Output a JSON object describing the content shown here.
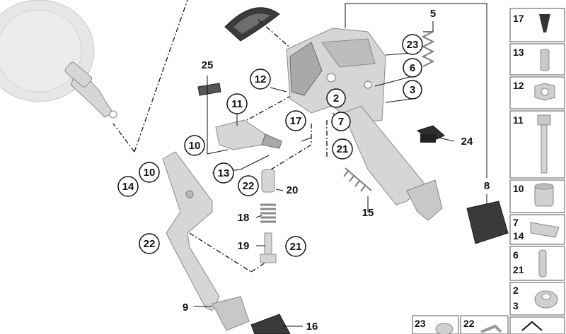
{
  "diagram": {
    "callouts": [
      {
        "id": "c2",
        "text": "2",
        "circled": true
      },
      {
        "id": "c3",
        "text": "3",
        "circled": true
      },
      {
        "id": "c5",
        "text": "5",
        "circled": false
      },
      {
        "id": "c6",
        "text": "6",
        "circled": true
      },
      {
        "id": "c7",
        "text": "7",
        "circled": true
      },
      {
        "id": "c8",
        "text": "8",
        "circled": false
      },
      {
        "id": "c9",
        "text": "9",
        "circled": false
      },
      {
        "id": "c10a",
        "text": "10",
        "circled": true
      },
      {
        "id": "c10b",
        "text": "10",
        "circled": true
      },
      {
        "id": "c11",
        "text": "11",
        "circled": true
      },
      {
        "id": "c12",
        "text": "12",
        "circled": true
      },
      {
        "id": "c13",
        "text": "13",
        "circled": true
      },
      {
        "id": "c14",
        "text": "14",
        "circled": true
      },
      {
        "id": "c15",
        "text": "15",
        "circled": false
      },
      {
        "id": "c16",
        "text": "16",
        "circled": false
      },
      {
        "id": "c17",
        "text": "17",
        "circled": true
      },
      {
        "id": "c18",
        "text": "18",
        "circled": false
      },
      {
        "id": "c19",
        "text": "19",
        "circled": false
      },
      {
        "id": "c20",
        "text": "20",
        "circled": false
      },
      {
        "id": "c21a",
        "text": "21",
        "circled": true
      },
      {
        "id": "c21b",
        "text": "21",
        "circled": true
      },
      {
        "id": "c22a",
        "text": "22",
        "circled": true
      },
      {
        "id": "c22b",
        "text": "22",
        "circled": true
      },
      {
        "id": "c23",
        "text": "23",
        "circled": true
      },
      {
        "id": "c24",
        "text": "24",
        "circled": false
      },
      {
        "id": "c25",
        "text": "25",
        "circled": false
      }
    ],
    "legend": [
      {
        "labels": [
          "17"
        ]
      },
      {
        "labels": [
          "13"
        ]
      },
      {
        "labels": [
          "12"
        ]
      },
      {
        "labels": [
          "11"
        ]
      },
      {
        "labels": [
          "10"
        ]
      },
      {
        "labels": [
          "7",
          "14"
        ]
      },
      {
        "labels": [
          "6",
          "21"
        ]
      },
      {
        "labels": [
          "2",
          "3"
        ]
      }
    ],
    "legend_bottom": [
      {
        "labels": [
          "23"
        ]
      },
      {
        "labels": [
          "22"
        ]
      }
    ]
  }
}
